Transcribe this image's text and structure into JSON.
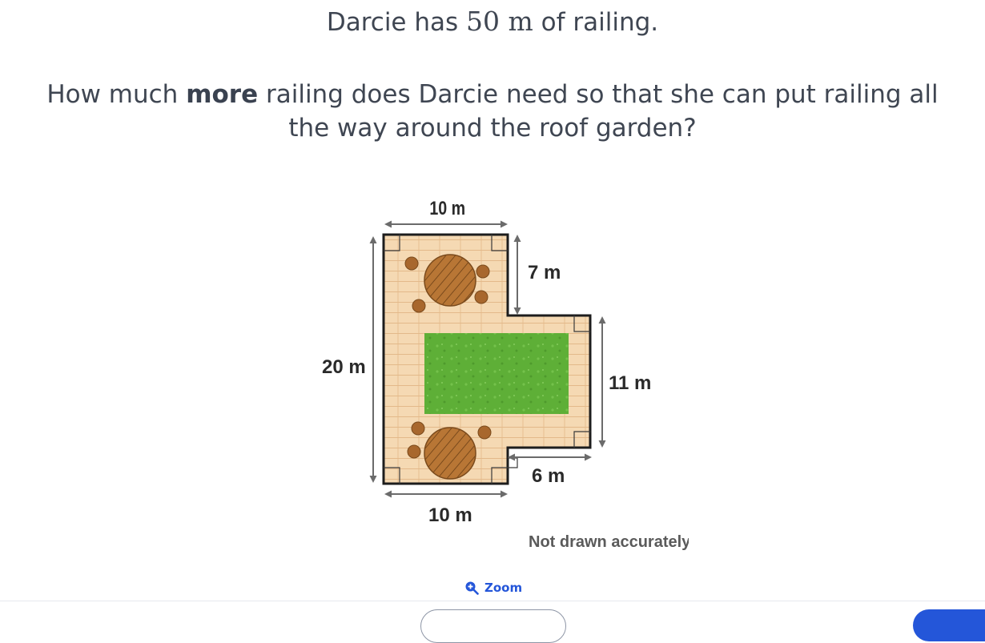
{
  "question": {
    "line1_before": "Darcie has ",
    "line1_math": "50 m",
    "line1_after": " of railing.",
    "line2_before": "How much ",
    "line2_bold": "more",
    "line2_after": " railing does Darcie need so that she can put railing all",
    "line3": "the way around the roof garden?"
  },
  "diagram": {
    "labels": {
      "top": "10 m",
      "left": "20 m",
      "inner_vertical": "7 m",
      "right": "11 m",
      "inner_horizontal": "6 m",
      "bottom": "10 m"
    },
    "note": "Not drawn accurately",
    "colors": {
      "deck": "#f5d9b3",
      "outline": "#1d1d1d",
      "lawn": "#5eaf37",
      "table": "#b87635",
      "arrow": "#6b6b6b"
    }
  },
  "zoom": {
    "label": "Zoom",
    "icon": "zoom-in-icon"
  }
}
